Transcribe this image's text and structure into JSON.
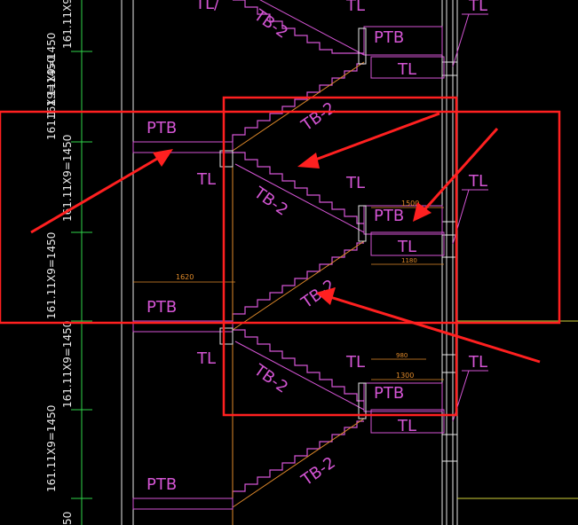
{
  "labels": {
    "ptb": "PTB",
    "tl": "TL",
    "tb2": "TB-2",
    "tl_partial": "TL/"
  },
  "dimensions": {
    "stair_run": "161.11X9=1450",
    "stair_run_partial": "161.1 X9=1450",
    "stair_run_bottom": "50",
    "landing_width": "1620",
    "span_1500": "1500",
    "span_1300": "1300",
    "span_1180": "1180",
    "span_980": "980"
  },
  "colors": {
    "background": "#000000",
    "magenta": "#d455d4",
    "white": "#e8e8e8",
    "orange": "#e08a2a",
    "green": "#2fd44a",
    "red": "#ff2020",
    "yellow": "#cfcf3a"
  }
}
